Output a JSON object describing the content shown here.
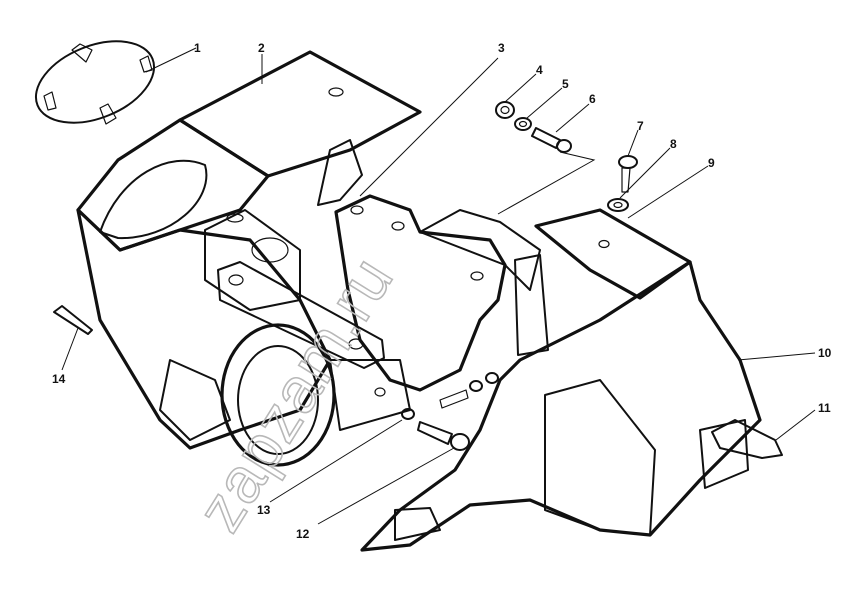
{
  "watermark": "zapzam.ru",
  "callouts": [
    {
      "num": "1"
    },
    {
      "num": "2"
    },
    {
      "num": "3"
    },
    {
      "num": "4"
    },
    {
      "num": "5"
    },
    {
      "num": "6"
    },
    {
      "num": "7"
    },
    {
      "num": "8"
    },
    {
      "num": "9"
    },
    {
      "num": "10"
    },
    {
      "num": "11"
    },
    {
      "num": "12"
    },
    {
      "num": "13"
    },
    {
      "num": "14"
    }
  ]
}
